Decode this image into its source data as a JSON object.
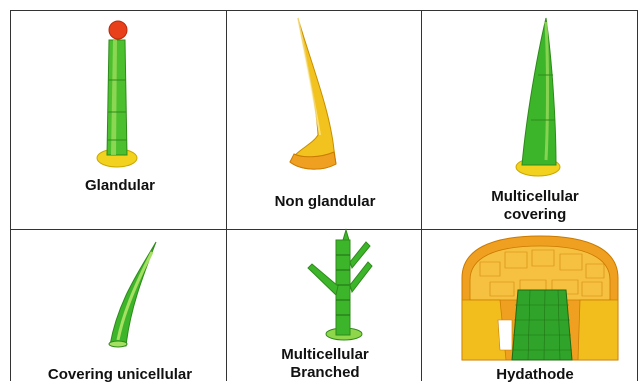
{
  "cells": [
    {
      "label": "Glandular"
    },
    {
      "label": "Non glandular"
    },
    {
      "label_line1": "Multicellular",
      "label_line2": "covering"
    },
    {
      "label": "Covering unicellular"
    },
    {
      "label_line1": "Multicellular",
      "label_line2": "Branched"
    },
    {
      "label": "Hydathode"
    }
  ],
  "colors": {
    "green": "#3db52b",
    "light_green": "#8fd64a",
    "yellow": "#f2d21e",
    "orange": "#f0a020",
    "red": "#e8401a",
    "border": "#333333"
  }
}
